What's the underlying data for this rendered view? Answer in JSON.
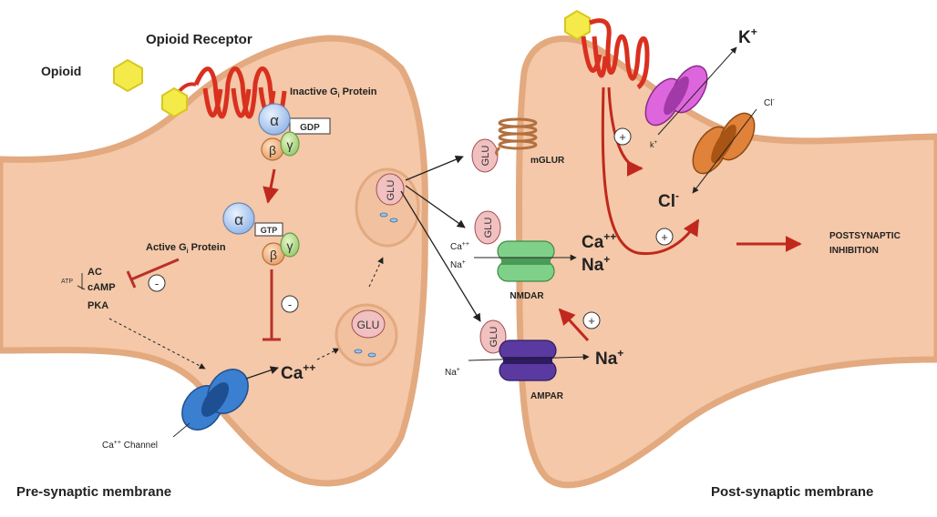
{
  "labels": {
    "opioid": "Opioid",
    "opioid_receptor": "Opioid Receptor",
    "inactive_gi_prefix": "Inactive G",
    "inactive_gi_sub": "i",
    "inactive_gi_suffix": " Protein",
    "active_gi_prefix": "Active G",
    "active_gi_sub": "i",
    "active_gi_suffix": " Protein",
    "alpha": "α",
    "beta": "β",
    "gamma": "γ",
    "gdp": "GDP",
    "gtp": "GTP",
    "atp": "ATP",
    "ac": "AC",
    "camp": "cAMP",
    "pka": "PKA",
    "minus": "-",
    "plus": "+",
    "glu": "GLU",
    "ca_pre": "Ca",
    "ca_pre_sup": "++",
    "ca_channel": "Ca",
    "ca_channel_sup": "++",
    "ca_channel_suffix": " Channel",
    "mglur": "mGLUR",
    "nmdar": "NMDAR",
    "ampar": "AMPAR",
    "nmdar_ca_in": "Ca",
    "nmdar_ca_in_sup": "++",
    "nmdar_na_in": "Na",
    "nmdar_na_in_sup": "+",
    "nmdar_ca_out": "Ca",
    "nmdar_ca_out_sup": "++",
    "nmdar_na_out": "Na",
    "nmdar_na_out_sup": "+",
    "ampar_na_in": "Na",
    "ampar_na_in_sup": "+",
    "ampar_na_out": "Na",
    "ampar_na_out_sup": "+",
    "k_out": "K",
    "k_out_sup": "+",
    "k_small": "k",
    "k_small_sup": "+",
    "cl_small": "Cl",
    "cl_small_sup": "-",
    "cl_big": "Cl",
    "cl_big_sup": "-",
    "postsynaptic_inhibition_1": "POSTSYNAPTIC",
    "postsynaptic_inhibition_2": "INHIBITION",
    "pre_synaptic_membrane": "Pre-synaptic membrane",
    "post_synaptic_membrane": "Post-synaptic membrane"
  },
  "colors": {
    "membrane_fill": "#f4c8a8",
    "membrane_stroke": "#e3a97f",
    "receptor_red": "#d9301f",
    "opioid_yellow": "#f4ea4a",
    "inhibit_red": "#b8312a",
    "ca_channel_blue": "#3a7fd0",
    "nmdar_green": "#7fd18a",
    "ampar_purple": "#5a3aa0",
    "k_channel_pink": "#dd66dd",
    "cl_channel_orange": "#e0823a",
    "glu_pink": "#f1c0c0"
  }
}
